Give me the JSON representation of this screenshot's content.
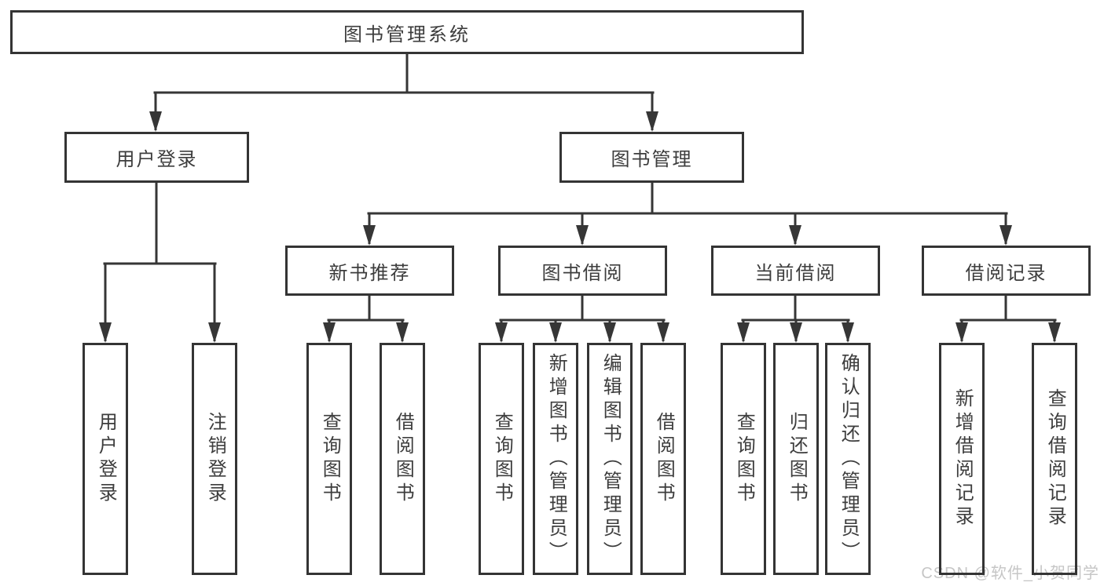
{
  "tree": {
    "label": "图书管理系统",
    "children": [
      {
        "label": "用户登录",
        "children": [
          {
            "label": "用户登录"
          },
          {
            "label": "注销登录"
          }
        ]
      },
      {
        "label": "图书管理",
        "children": [
          {
            "label": "新书推荐",
            "children": [
              {
                "label": "查询图书"
              },
              {
                "label": "借阅图书"
              }
            ]
          },
          {
            "label": "图书借阅",
            "children": [
              {
                "label": "查询图书"
              },
              {
                "label": "新增图书（管理员）"
              },
              {
                "label": "编辑图书（管理员）"
              },
              {
                "label": "借阅图书"
              }
            ]
          },
          {
            "label": "当前借阅",
            "children": [
              {
                "label": "查询图书"
              },
              {
                "label": "归还图书"
              },
              {
                "label": "确认归还（管理员）"
              }
            ]
          },
          {
            "label": "借阅记录",
            "children": [
              {
                "label": "新增借阅记录"
              },
              {
                "label": "查询借阅记录"
              }
            ]
          }
        ]
      }
    ]
  },
  "watermark": "CSDN @软件_小贺同学",
  "colors": {
    "line": "#363636",
    "border": "#343434",
    "text": "#3d3d3d",
    "watermark": "#c6c6c6",
    "background": "#ffffff"
  }
}
